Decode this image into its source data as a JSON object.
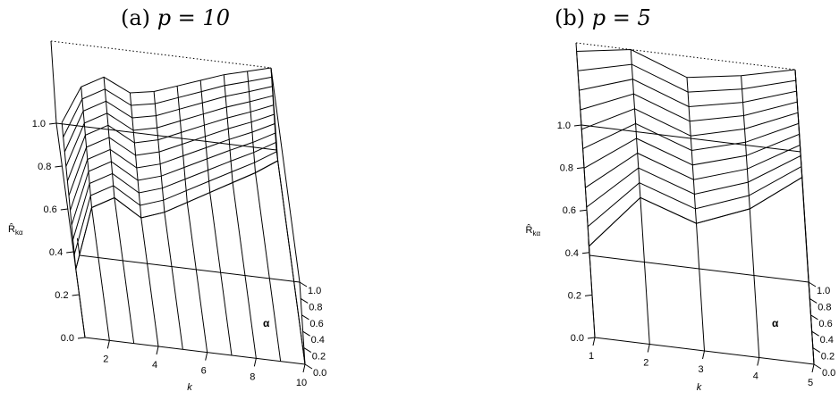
{
  "captions": [
    {
      "label": "(a)",
      "eq": "p = 10"
    },
    {
      "label": "(b)",
      "eq": "p = 5"
    }
  ],
  "chart_data": [
    {
      "type": "surface3d",
      "panel": "(a) p = 10",
      "xlabel": "k",
      "ylabel": "α",
      "zlabel": "R̂",
      "zlabel_sub": "kα",
      "xlim": [
        1,
        10
      ],
      "ylim": [
        0.0,
        1.0
      ],
      "zlim": [
        0.0,
        1.0
      ],
      "x_ticks": [
        "2",
        "4",
        "6",
        "8",
        "10"
      ],
      "x_tick_values": [
        2,
        4,
        6,
        8,
        10
      ],
      "y_ticks": [
        "0.0",
        "0.2",
        "0.4",
        "0.6",
        "0.8",
        "1.0"
      ],
      "z_ticks": [
        "0.0",
        "0.2",
        "0.4",
        "0.6",
        "0.8",
        "1.0"
      ],
      "k": [
        1,
        2,
        3,
        4,
        5,
        6,
        7,
        8,
        9,
        10
      ],
      "alpha": [
        0.0,
        0.1,
        0.2,
        0.3,
        0.4,
        0.5,
        0.6,
        0.7,
        0.8,
        0.9,
        1.0
      ],
      "r_at_alpha0": [
        0.32,
        0.62,
        0.68,
        0.6,
        0.64,
        0.7,
        0.76,
        0.82,
        0.88,
        0.95
      ],
      "r_at_alpha1": [
        0.62,
        0.8,
        0.86,
        0.8,
        0.82,
        0.86,
        0.9,
        0.94,
        0.97,
        1.0
      ]
    },
    {
      "type": "surface3d",
      "panel": "(b) p = 5",
      "xlabel": "k",
      "ylabel": "α",
      "zlabel": "R̂",
      "zlabel_sub": "kα",
      "xlim": [
        1,
        5
      ],
      "ylim": [
        0.0,
        1.0
      ],
      "zlim": [
        0.0,
        1.0
      ],
      "x_ticks": [
        "1",
        "2",
        "3",
        "4",
        "5"
      ],
      "x_tick_values": [
        1,
        2,
        3,
        4,
        5
      ],
      "y_ticks": [
        "0.0",
        "0.2",
        "0.4",
        "0.6",
        "0.8",
        "1.0"
      ],
      "z_ticks": [
        "0.0",
        "0.2",
        "0.4",
        "0.6",
        "0.8",
        "1.0"
      ],
      "k": [
        1,
        2,
        3,
        4,
        5
      ],
      "alpha": [
        0.0,
        0.1,
        0.2,
        0.3,
        0.4,
        0.5,
        0.6,
        0.7,
        0.8,
        0.9,
        1.0
      ],
      "r_at_alpha0": [
        0.43,
        0.69,
        0.6,
        0.7,
        0.88
      ],
      "r_at_alpha1": [
        0.96,
        1.0,
        0.9,
        0.94,
        1.0
      ]
    }
  ]
}
